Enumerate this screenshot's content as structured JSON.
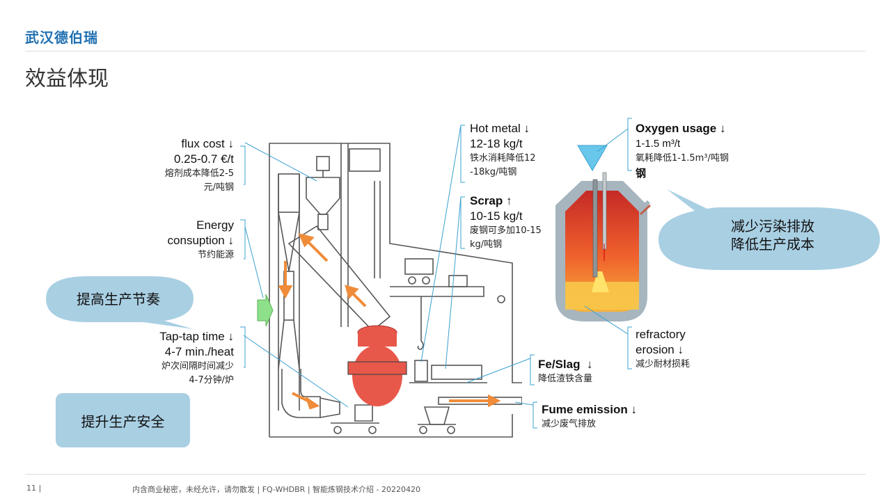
{
  "header": {
    "brand": "武汉德伯瑞",
    "title": "效益体现"
  },
  "labels": {
    "flux": {
      "title": "flux cost",
      "arrow": "↓",
      "value": "0.25-0.7 €/t",
      "zh1": "熔剂成本降低2-5",
      "zh2": "元/吨钢"
    },
    "energy": {
      "line1": "Energy",
      "line2": "consuption",
      "arrow": "↓",
      "zh": "节约能源"
    },
    "taptap": {
      "title": "Tap-tap time",
      "arrow": "↓",
      "value": "4-7 min./heat",
      "zh1": "炉次间隔时间减少",
      "zh2": "4-7分钟/炉"
    },
    "hotmetal": {
      "title": "Hot metal",
      "arrow": "↓",
      "value": "12-18 kg/t",
      "zh1": "铁水消耗降低12",
      "zh2": "-18kg/吨钢"
    },
    "scrap": {
      "title": "Scrap",
      "arrow": "↑",
      "value": "10-15 kg/t",
      "zh1": "废钢可多加10-15",
      "zh2": "kg/吨钢"
    },
    "oxygen": {
      "title": "Oxygen usage",
      "arrow": "↓",
      "value": "1-1.5 m³/t",
      "zh1": "氧耗降低1-1.5m³/吨钢",
      "zh2": "钢"
    },
    "refractory": {
      "line1": "refractory",
      "line2": "erosion",
      "arrow": "↓",
      "zh": "减少耐材损耗"
    },
    "feslag": {
      "title": "Fe/Slag",
      "arrow": "↓",
      "zh": "降低渣铁含量"
    },
    "fume": {
      "title": "Fume emission",
      "arrow": "↓",
      "zh": "减少废气排放"
    }
  },
  "bubbles": {
    "pollution1": "减少污染排放",
    "pollution2": "降低生产成本",
    "rhythm": "提高生产节奏",
    "safety": "提升生产安全"
  },
  "footer": {
    "page": "11  |",
    "text": "内含商业秘密，未经允许，请勿散发 | FQ-WHDBR | 智能炼钢技术介绍 - 20220420"
  },
  "colors": {
    "brand": "#1f6fb1",
    "bubble": "#a9cfe3",
    "leader": "#3aa0d0",
    "flow_arrow": "#ef8c3a",
    "converter": "#e8584a"
  }
}
